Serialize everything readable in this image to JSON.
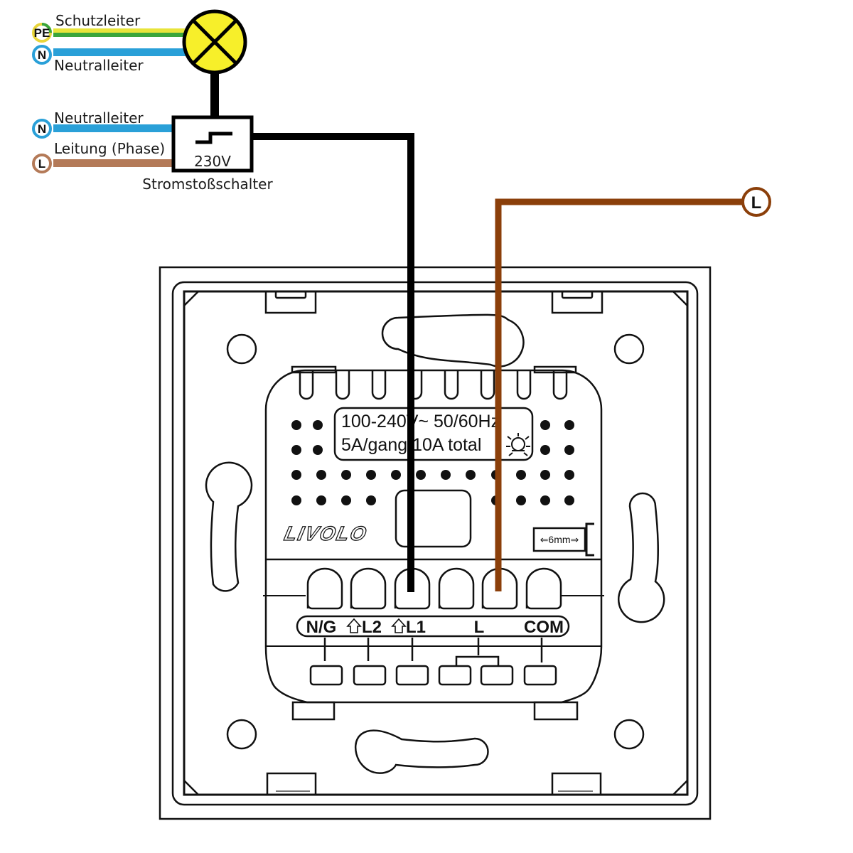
{
  "colors": {
    "pe_yellow": "#e8e43a",
    "pe_green": "#3aa53a",
    "neutral_blue": "#2aa0d8",
    "phase_brown": "#b47a58",
    "switch_wire_brown": "#8b3f0a",
    "lamp_yellow": "#f7ef2a",
    "wire_black": "#000000"
  },
  "supply": {
    "pe": {
      "badge": "PE",
      "label": "Schutzleiter"
    },
    "n_lamp": {
      "badge": "N",
      "label": "Neutralleiter"
    },
    "n_relay": {
      "badge": "N",
      "label": "Neutralleiter"
    },
    "phase": {
      "badge": "L",
      "label": "Leitung (Phase)"
    }
  },
  "relay": {
    "voltage": "230V",
    "label": "Stromstoßschalter"
  },
  "external_phase": {
    "badge": "L"
  },
  "device": {
    "brand": "LIVOLO",
    "spec_line1": "100-240V~ 50/60Hz",
    "spec_line2": "5A/gang 10A total",
    "strip_length": "⇐6mm⇒",
    "terminals": [
      "N/G",
      "L2",
      "L1",
      "L",
      "COM"
    ]
  }
}
